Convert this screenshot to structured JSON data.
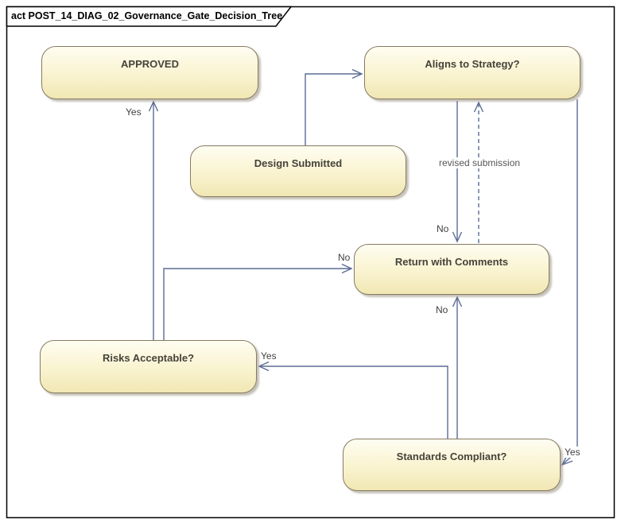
{
  "frame": {
    "title": "act POST_14_DIAG_02_Governance_Gate_Decision_Tree"
  },
  "nodes": {
    "approved": {
      "label": "APPROVED"
    },
    "aligns": {
      "label": "Aligns to Strategy?"
    },
    "design": {
      "label": "Design Submitted"
    },
    "return": {
      "label": "Return with Comments"
    },
    "risks": {
      "label": "Risks Acceptable?"
    },
    "standards": {
      "label": "Standards Compliant?"
    }
  },
  "edges": {
    "submit": {
      "from": "design",
      "to": "aligns",
      "style": "solid"
    },
    "aligns_no": {
      "from": "aligns",
      "to": "return",
      "label": "No",
      "style": "solid"
    },
    "revised": {
      "from": "return",
      "to": "aligns",
      "label": "revised submission",
      "style": "dashed"
    },
    "risks_yes": {
      "from": "risks",
      "to": "approved",
      "label": "Yes",
      "style": "solid"
    },
    "risks_no": {
      "from": "risks",
      "to": "return",
      "label": "No",
      "style": "solid"
    },
    "standards_no": {
      "from": "standards",
      "to": "return",
      "label": "No",
      "style": "solid"
    },
    "standards_yes": {
      "from": "standards",
      "to": "risks",
      "label": "Yes",
      "style": "solid"
    },
    "aligns_yes": {
      "from": "aligns",
      "to": "standards",
      "label": "Yes",
      "style": "solid"
    }
  },
  "colors": {
    "node_fill_top": "#fefdf1",
    "node_fill_bottom": "#f1e7b4",
    "node_border": "#867a63",
    "edge_line": "#5c6b94",
    "label_text": "#3f3f3f",
    "frame_border": "#000000"
  }
}
